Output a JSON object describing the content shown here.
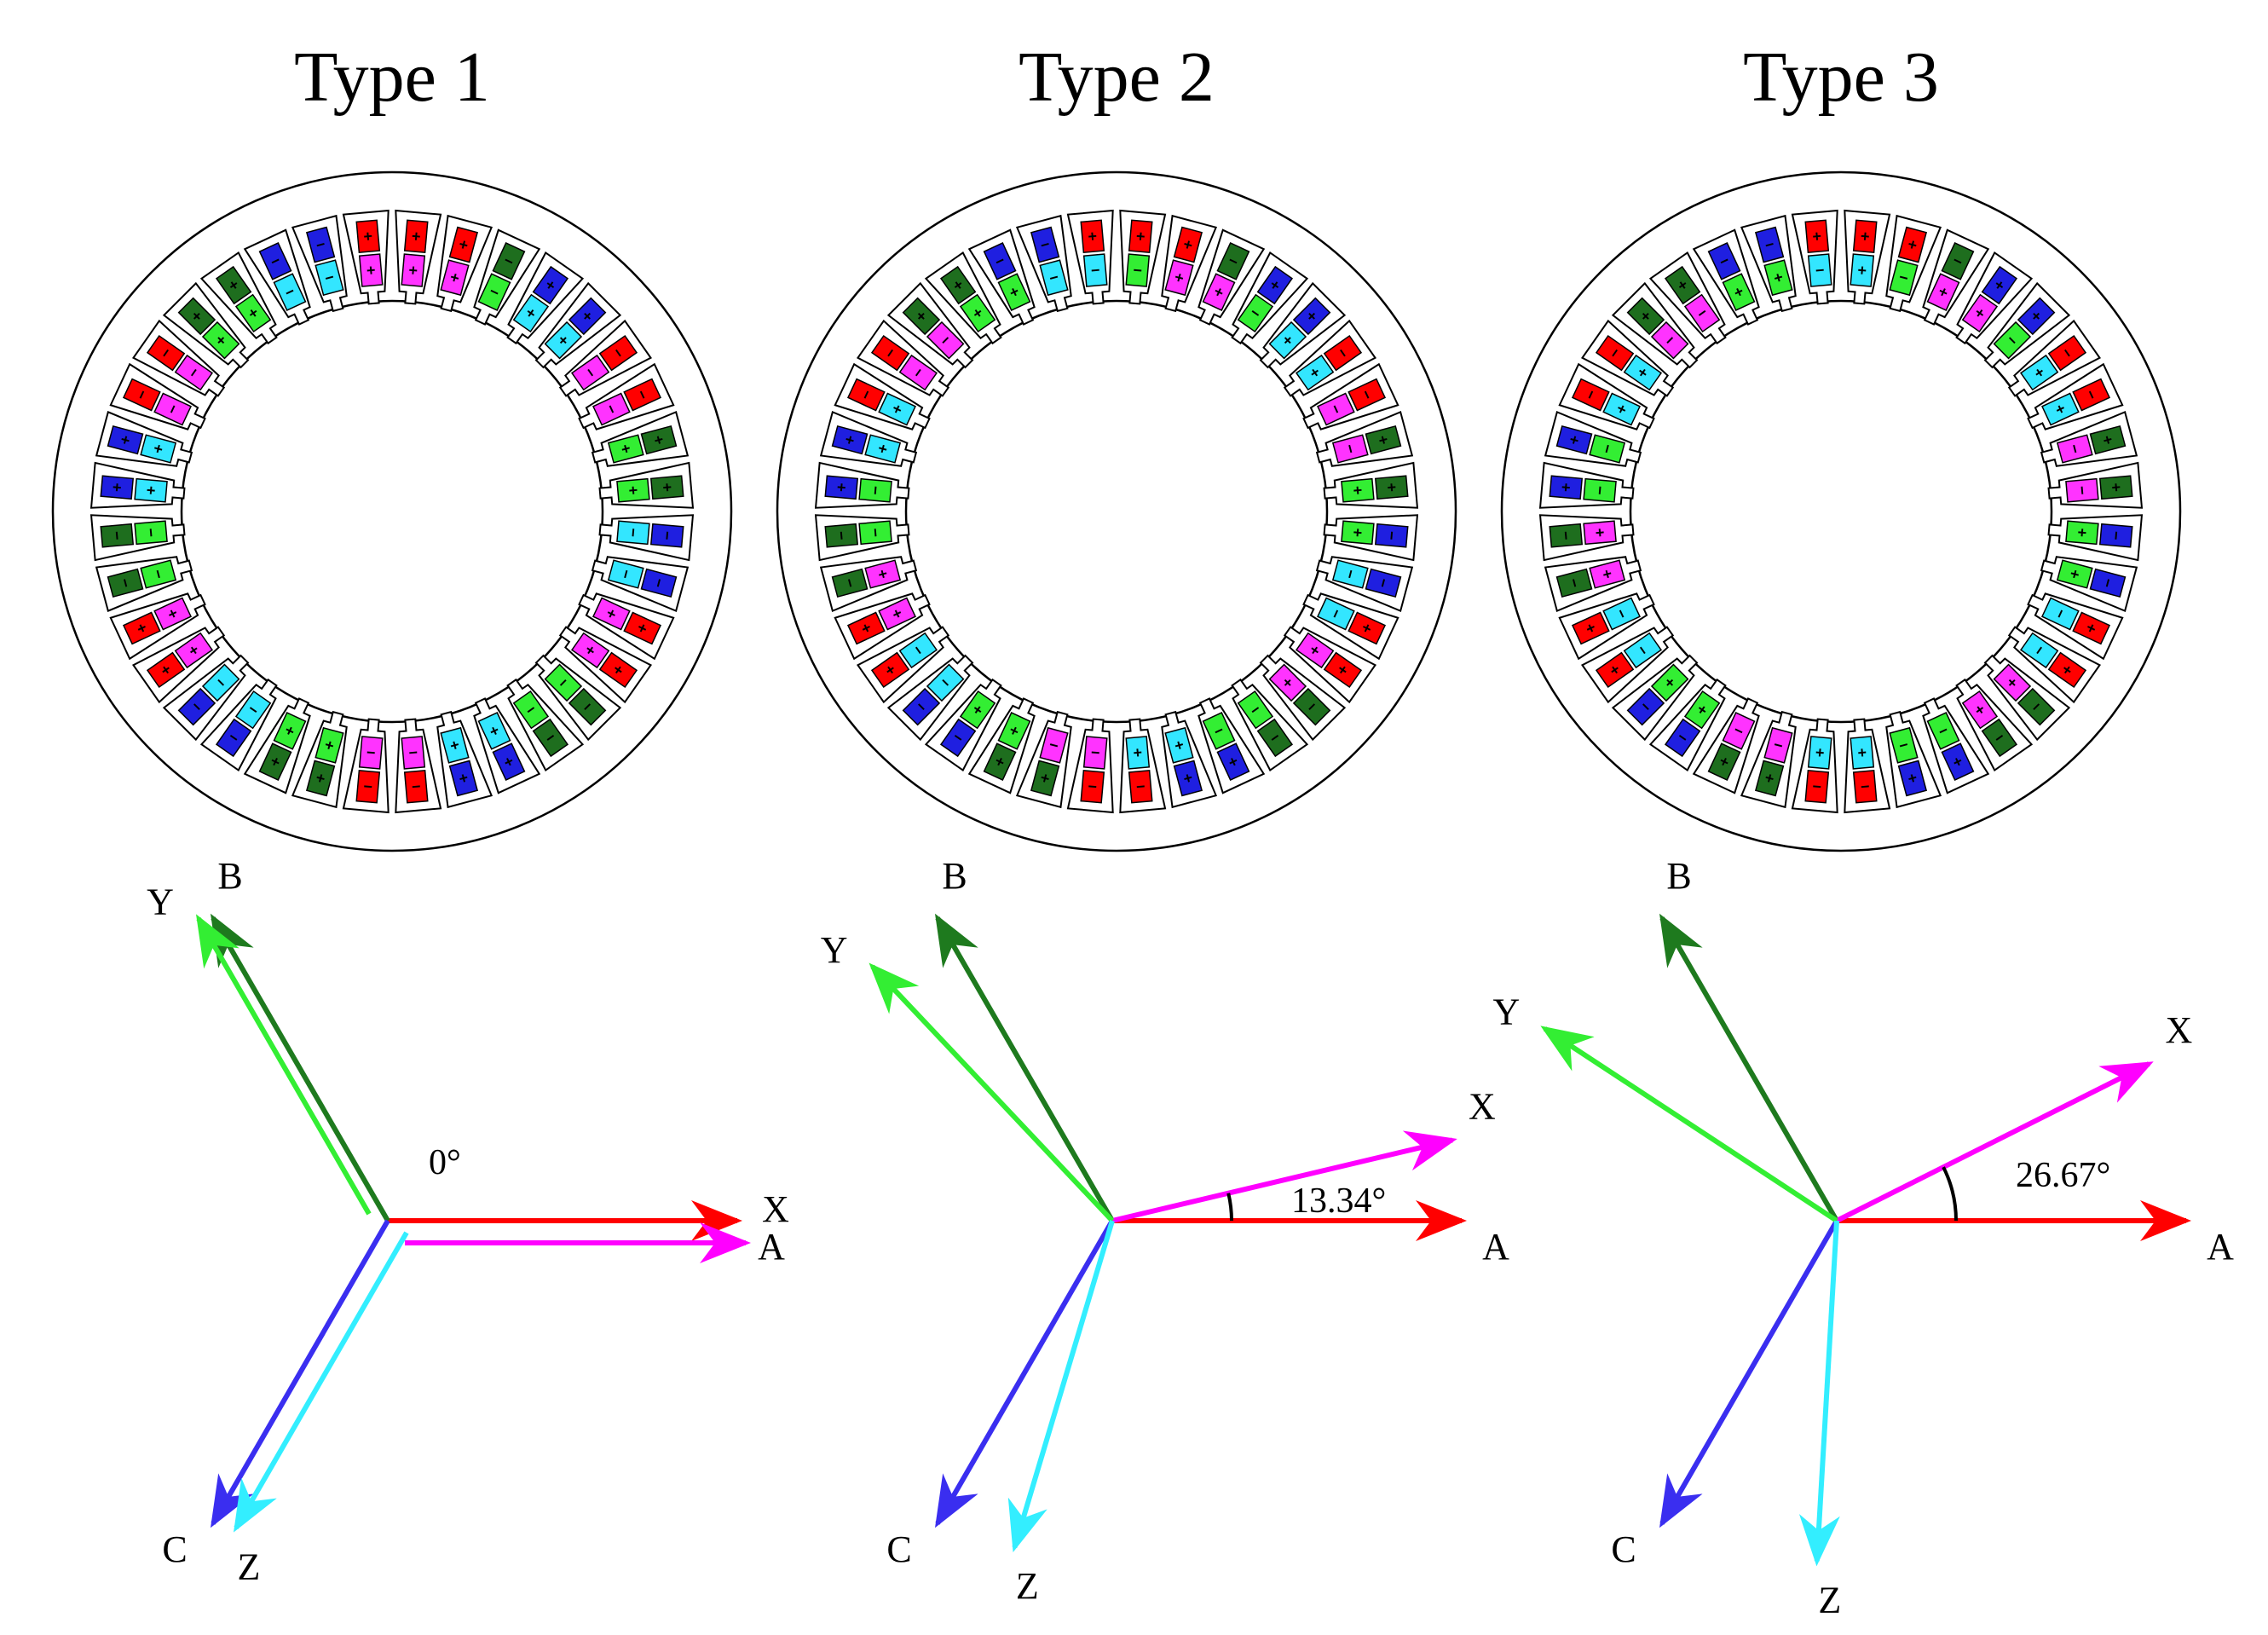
{
  "panels": [
    {
      "title": "Type 1",
      "phasors": [
        {
          "label": "A",
          "angle": 0,
          "color": "#ff0000"
        },
        {
          "label": "B",
          "angle": 120,
          "color": "#1e7a1e"
        },
        {
          "label": "C",
          "angle": 240,
          "color": "#3a2ef0"
        },
        {
          "label": "X",
          "angle": 0,
          "color": "#ff00ff"
        },
        {
          "label": "Y",
          "angle": 120,
          "color": "#33ee33"
        },
        {
          "label": "Z",
          "angle": 240,
          "color": "#33eeff"
        }
      ],
      "angle_label": "0°",
      "ring": {
        "pattern": [
          "A+",
          "A+",
          "B-",
          "C+",
          "C+",
          "A-",
          "A-",
          "B+",
          "B+",
          "C-",
          "C-",
          "A+",
          "A+",
          "B-",
          "B-",
          "C+",
          "C+",
          "A-",
          "A-",
          "B+",
          "B+",
          "C-",
          "C-",
          "A+",
          "A+",
          "B-",
          "B-",
          "C+",
          "C+",
          "A-",
          "A-",
          "B+",
          "B+",
          "C-",
          "C-",
          "A+"
        ],
        "secondary": [
          "X+",
          "X+",
          "Y-",
          "Z+",
          "Z+",
          "X-",
          "X-",
          "Y+",
          "Y+",
          "Z-",
          "Z-",
          "X+",
          "X+",
          "Y-",
          "Y-",
          "Z+",
          "Z+",
          "X-",
          "X-",
          "Y+",
          "Y+",
          "Z-",
          "Z-",
          "X+",
          "X+",
          "Y-",
          "Y-",
          "Z+",
          "Z+",
          "X-",
          "X-",
          "Y+",
          "Y+",
          "Z-",
          "Z-",
          "X+"
        ]
      }
    },
    {
      "title": "Type 2",
      "phasors": [
        {
          "label": "A",
          "angle": 0,
          "color": "#ff0000"
        },
        {
          "label": "B",
          "angle": 120,
          "color": "#1e7a1e"
        },
        {
          "label": "C",
          "angle": 240,
          "color": "#3a2ef0"
        },
        {
          "label": "X",
          "angle": 13.34,
          "color": "#ff00ff"
        },
        {
          "label": "Y",
          "angle": 133.34,
          "color": "#33ee33"
        },
        {
          "label": "Z",
          "angle": 253.34,
          "color": "#33eeff"
        }
      ],
      "angle_label": "13.34°",
      "ring": {
        "pattern": [
          "A+",
          "A+",
          "B-",
          "C+",
          "C+",
          "A-",
          "A-",
          "B+",
          "B+",
          "C-",
          "C-",
          "A+",
          "A+",
          "B-",
          "B-",
          "C+",
          "C+",
          "A-",
          "A-",
          "B+",
          "B+",
          "C-",
          "C-",
          "A+",
          "A+",
          "B-",
          "B-",
          "C+",
          "C+",
          "A-",
          "A-",
          "B+",
          "B+",
          "C-",
          "C-",
          "A+"
        ],
        "secondary": [
          "Y-",
          "X+",
          "X+",
          "Y-",
          "Z+",
          "Z+",
          "X-",
          "X-",
          "Y+",
          "Y+",
          "Z-",
          "Z-",
          "X+",
          "X+",
          "Y-",
          "Y-",
          "Z+",
          "Z+",
          "X-",
          "X-",
          "Y+",
          "Y+",
          "Z-",
          "Z-",
          "X+",
          "X+",
          "Y-",
          "Y-",
          "Z+",
          "Z+",
          "X-",
          "X-",
          "Y+",
          "Y+",
          "Z-",
          "Z-"
        ]
      }
    },
    {
      "title": "Type 3",
      "phasors": [
        {
          "label": "A",
          "angle": 0,
          "color": "#ff0000"
        },
        {
          "label": "B",
          "angle": 120,
          "color": "#1e7a1e"
        },
        {
          "label": "C",
          "angle": 240,
          "color": "#3a2ef0"
        },
        {
          "label": "X",
          "angle": 26.67,
          "color": "#ff00ff"
        },
        {
          "label": "Y",
          "angle": 146.67,
          "color": "#33ee33"
        },
        {
          "label": "Z",
          "angle": 266.67,
          "color": "#33eeff"
        }
      ],
      "angle_label": "26.67°",
      "ring": {
        "pattern": [
          "A+",
          "A+",
          "B-",
          "C+",
          "C+",
          "A-",
          "A-",
          "B+",
          "B+",
          "C-",
          "C-",
          "A+",
          "A+",
          "B-",
          "B-",
          "C+",
          "C+",
          "A-",
          "A-",
          "B+",
          "B+",
          "C-",
          "C-",
          "A+",
          "A+",
          "B-",
          "B-",
          "C+",
          "C+",
          "A-",
          "A-",
          "B+",
          "B+",
          "C-",
          "C-",
          "A+"
        ],
        "secondary": [
          "Z+",
          "Y-",
          "X+",
          "X+",
          "Y-",
          "Z+",
          "Z+",
          "X-",
          "X-",
          "Y+",
          "Y+",
          "Z-",
          "Z-",
          "X+",
          "X+",
          "Y-",
          "Y-",
          "Z+",
          "Z+",
          "X-",
          "X-",
          "Y+",
          "Y+",
          "Z-",
          "Z-",
          "X+",
          "X+",
          "Y-",
          "Y-",
          "Z+",
          "Z+",
          "X-",
          "X-",
          "Y+",
          "Y+",
          "Z-"
        ]
      }
    }
  ],
  "colors": {
    "A": "#ff0000",
    "B": "#1e6e1e",
    "C": "#1f1fe0",
    "X": "#ff33ff",
    "Y": "#33ee33",
    "Z": "#33e6ff",
    "ring_fill": "#ffffff",
    "ring_stroke": "#000000"
  }
}
